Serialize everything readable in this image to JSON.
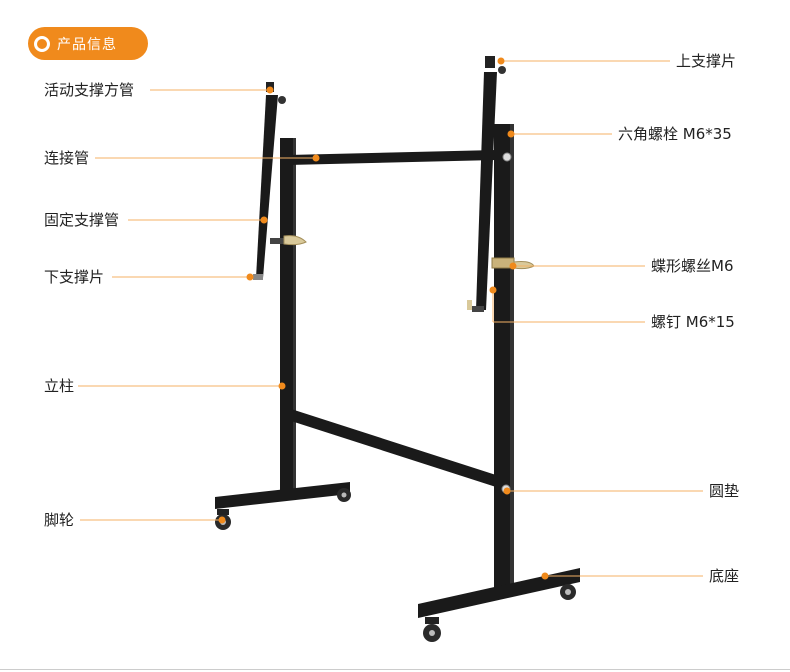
{
  "header": {
    "badge_label": "产品信息"
  },
  "callouts": {
    "left": [
      {
        "label": "活动支撑方管"
      },
      {
        "label": "连接管"
      },
      {
        "label": "固定支撑管"
      },
      {
        "label": "下支撑片"
      },
      {
        "label": "立柱"
      },
      {
        "label": "脚轮"
      }
    ],
    "right": [
      {
        "label": "上支撑片"
      },
      {
        "label": "六角螺栓 M6*35"
      },
      {
        "label": "蝶形螺丝M6"
      },
      {
        "label": "螺钉 M6*15"
      },
      {
        "label": "圆垫"
      },
      {
        "label": "底座"
      }
    ]
  },
  "colors": {
    "accent": "#f08a1c",
    "frame": "#1a1a1a",
    "leader": "#f4b266",
    "badge_text": "#ffffff"
  }
}
